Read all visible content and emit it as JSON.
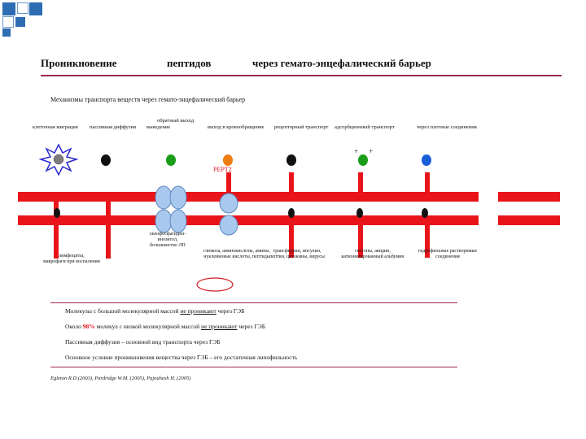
{
  "colors": {
    "corner_blue": "#2e6db3",
    "rule": "#9a2a4a",
    "membrane": "#e8141a",
    "protein": "#a9c8ee",
    "ellipse_outline": "#d01d24"
  },
  "title": {
    "part1": "Проникновение",
    "part2": "пептидов",
    "part3": "через гемато-энцефалический барьер"
  },
  "subtitle": "Механизмы транспорта веществ через гемато-энцефалический барьер",
  "mechanisms": {
    "m1": "клеточная миграция",
    "m2": "пассивная диффузия",
    "m3_top": "обратный выход",
    "m3_bottom": "выведение",
    "m4": "выход в кровообращение",
    "m5": "рецепторный транспорт",
    "m6": "адсорбционный транспорт",
    "m7": "через плотные соединения"
  },
  "pept_label": "PEPT2",
  "plus_signs": [
    "+",
    "+"
  ],
  "examples": {
    "e1": [
      "лимфоциты,",
      "макрофаги при воспалении"
    ],
    "e2": [
      "лизофосфатидил-",
      "инозитол,",
      "большинство ЛП"
    ],
    "e3": [
      "глюкоза, аминокислоты, амины,",
      "нуклеиновые кислоты, пептиды"
    ],
    "e4": [
      "трансферрин, инсулин,",
      "лептин, цитокины, вирусы"
    ],
    "e5": [
      "гистоны, авидин,",
      "катионизированный альбумин"
    ],
    "e6": [
      "гидрофильные растворимые",
      "соединения"
    ]
  },
  "notes": {
    "n1_a": "Молекулы с большой молекулярной массой ",
    "n1_b": "не проникают",
    "n1_c": " через ГЭБ",
    "n2_a": "Около ",
    "n2_b": "98%",
    "n2_c": " молекул с низкой молекулярной массой ",
    "n2_d": "не проникают",
    "n2_e": " через ГЭБ",
    "n3": "Пассивная диффузия – основной вид транспорта через ГЭБ",
    "n4": "Основное условие проникновения вещества через ГЭБ – его достаточная липофильность"
  },
  "references": "Egleton R.D (2003), Pardridge W.M. (2005), Pajouhesh H. (2005)"
}
